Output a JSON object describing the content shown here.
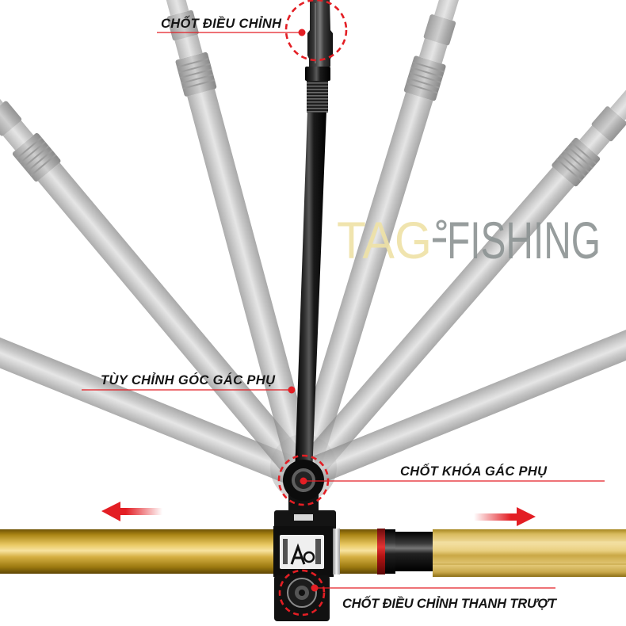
{
  "callouts": {
    "top_adjust_pin": "CHỐT ĐIỀU CHỈNH",
    "angle_adjust": "TÙY CHỈNH GÓC GÁC PHỤ",
    "lock_pin": "CHỐT KHÓA GÁC PHỤ",
    "slider_adjust_pin": "CHỐT ĐIỀU CHỈNH THANH TRƯỢT"
  },
  "watermark": {
    "left": "TAG",
    "right": "FISHING"
  },
  "icons": {
    "slide_left": "arrow-left-icon",
    "slide_right": "arrow-right-icon"
  },
  "colors": {
    "accent_red": "#e31e24",
    "gold": "#d9b447",
    "watermark_yellow": "#efe2a6",
    "watermark_gray": "#8c9393",
    "label_text": "#151515"
  }
}
